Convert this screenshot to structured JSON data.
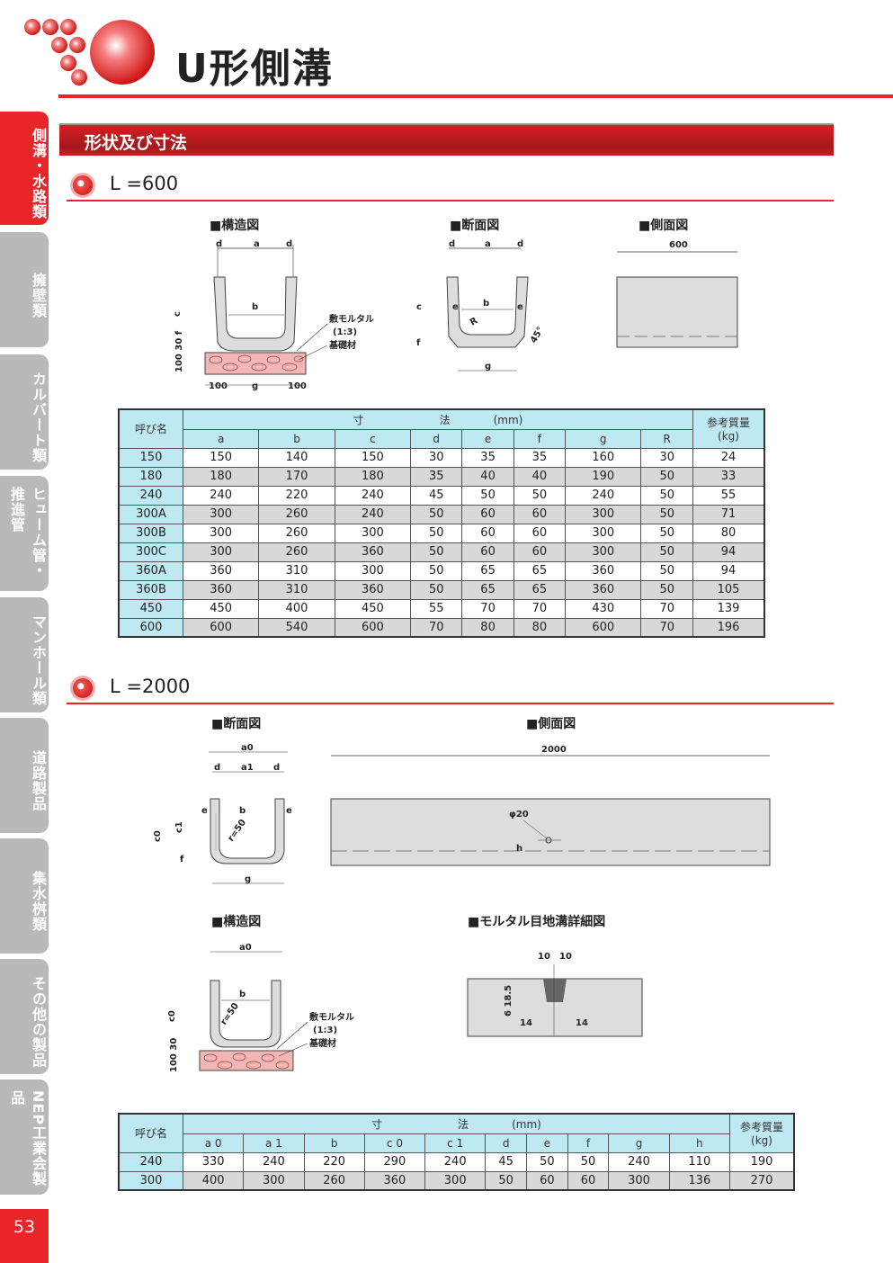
{
  "side_tabs": [
    {
      "label": "側溝・水路類",
      "active": true
    },
    {
      "label": "擁壁類",
      "active": false
    },
    {
      "label": "カルバート類",
      "active": false
    },
    {
      "label": "ヒューム管・推進管",
      "active": false
    },
    {
      "label": "マンホール類",
      "active": false
    },
    {
      "label": "道路製品",
      "active": false
    },
    {
      "label": "集水桝類",
      "active": false
    },
    {
      "label": "その他の製品",
      "active": false
    },
    {
      "label": "NEP工業会製品",
      "active": false
    }
  ],
  "page_number": "53",
  "title": "U形側溝",
  "section_title": "形状及び寸法",
  "l600": {
    "heading": "L =600",
    "structure_label": "■構造図",
    "section_label": "■断面図",
    "side_label": "■側面図",
    "side_dim": "600",
    "mortar_label": "敷モルタル",
    "mortar_ratio": "(1:3)",
    "base_label": "基礎材",
    "table": {
      "name_header": "呼び名",
      "dim_header": "寸　　　　　　　法　　　　(mm)",
      "weight_header": "参考質量",
      "weight_unit": "(kg)",
      "columns": [
        "a",
        "b",
        "c",
        "d",
        "e",
        "f",
        "g",
        "R"
      ],
      "rows": [
        [
          "150",
          "150",
          "140",
          "150",
          "30",
          "35",
          "35",
          "160",
          "30",
          "24"
        ],
        [
          "180",
          "180",
          "170",
          "180",
          "35",
          "40",
          "40",
          "190",
          "50",
          "33"
        ],
        [
          "240",
          "240",
          "220",
          "240",
          "45",
          "50",
          "50",
          "240",
          "50",
          "55"
        ],
        [
          "300A",
          "300",
          "260",
          "240",
          "50",
          "60",
          "60",
          "300",
          "50",
          "71"
        ],
        [
          "300B",
          "300",
          "260",
          "300",
          "50",
          "60",
          "60",
          "300",
          "50",
          "80"
        ],
        [
          "300C",
          "300",
          "260",
          "360",
          "50",
          "60",
          "60",
          "300",
          "50",
          "94"
        ],
        [
          "360A",
          "360",
          "310",
          "300",
          "50",
          "65",
          "65",
          "360",
          "50",
          "94"
        ],
        [
          "360B",
          "360",
          "310",
          "360",
          "50",
          "65",
          "65",
          "360",
          "50",
          "105"
        ],
        [
          "450",
          "450",
          "400",
          "450",
          "55",
          "70",
          "70",
          "430",
          "70",
          "139"
        ],
        [
          "600",
          "600",
          "540",
          "600",
          "70",
          "80",
          "80",
          "600",
          "70",
          "196"
        ]
      ]
    }
  },
  "l2000": {
    "heading": "L =2000",
    "section_label": "■断面図",
    "side_label": "■側面図",
    "side_dim": "2000",
    "hole_label": "φ20",
    "structure_label": "■構造図",
    "joint_label": "■モルタル目地溝詳細図",
    "mortar_label": "敷モルタル",
    "mortar_ratio": "(1:3)",
    "base_label": "基礎材",
    "table": {
      "name_header": "呼び名",
      "dim_header": "寸　　　　　　　法　　　　(mm)",
      "weight_header": "参考質量",
      "weight_unit": "(kg)",
      "columns": [
        "a 0",
        "a 1",
        "b",
        "c 0",
        "c 1",
        "d",
        "e",
        "f",
        "g",
        "h"
      ],
      "rows": [
        [
          "240",
          "330",
          "240",
          "220",
          "290",
          "240",
          "45",
          "50",
          "50",
          "240",
          "110",
          "190"
        ],
        [
          "300",
          "400",
          "300",
          "260",
          "360",
          "300",
          "50",
          "60",
          "60",
          "300",
          "136",
          "270"
        ]
      ]
    }
  }
}
